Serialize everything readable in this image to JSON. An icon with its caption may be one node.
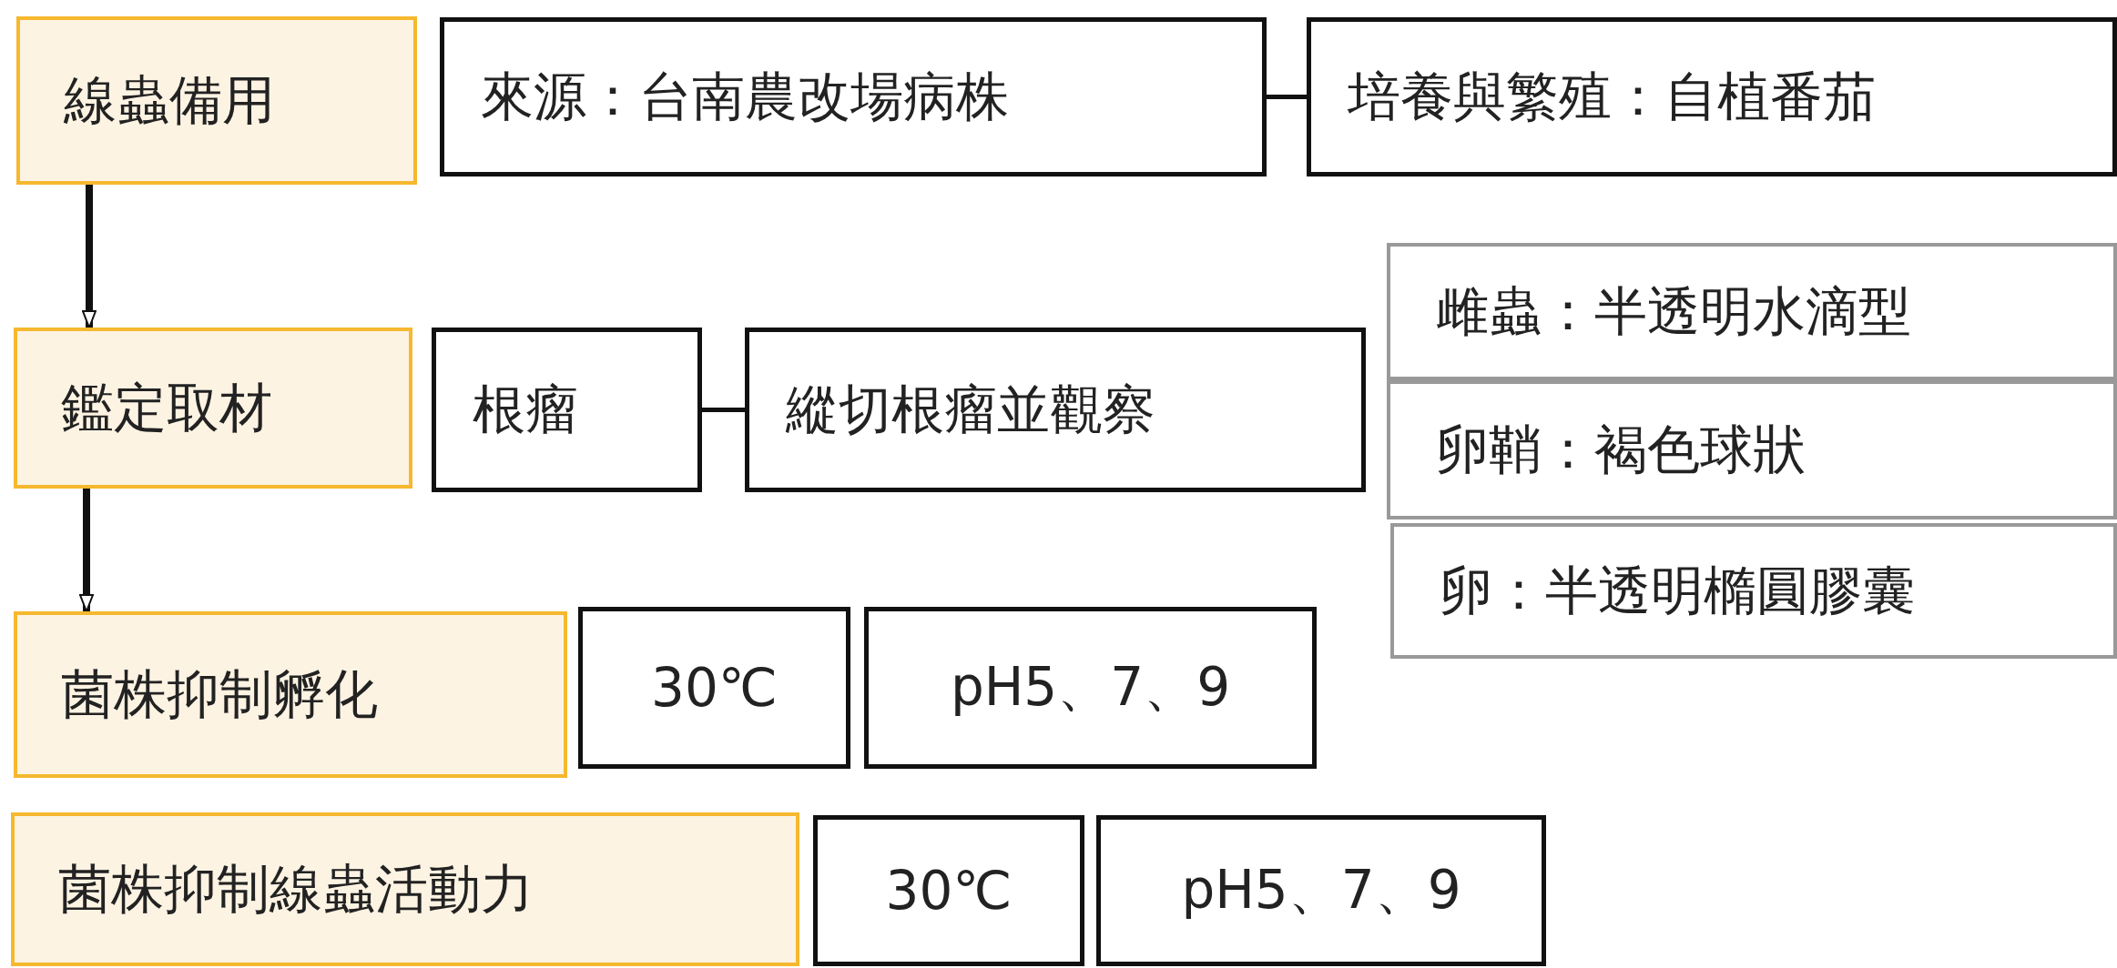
{
  "diagram": {
    "nodes": [
      {
        "text": [
          "線蟲備用"
        ]
      },
      {
        "text": [
          "來源：台南農改場病株"
        ]
      },
      {
        "text": [
          "培養與繁殖：自植番茄"
        ]
      },
      {
        "text": [
          "鑑定取材"
        ]
      },
      {
        "text": [
          "根瘤"
        ]
      },
      {
        "text": [
          "縱切根瘤並觀察"
        ]
      },
      {
        "text": [
          "雌蟲：半透明水滴型"
        ]
      },
      {
        "text": [
          "卵鞘：褐色球狀"
        ]
      },
      {
        "text": [
          "卵：半透明橢圓膠囊"
        ]
      },
      {
        "text": [
          "菌株抑制孵化"
        ]
      },
      {
        "text": [
          "30℃"
        ]
      },
      {
        "text": [
          "pH5、7、9"
        ]
      },
      {
        "text": [
          "菌株抑制線蟲活動力"
        ]
      },
      {
        "text": [
          "30℃"
        ]
      },
      {
        "text": [
          "pH5、7、9"
        ]
      }
    ],
    "edges": [
      {
        "from": 1,
        "to": 2,
        "arrow": "none"
      },
      {
        "from": 0,
        "to": 3,
        "arrow": "to"
      },
      {
        "from": 4,
        "to": 5,
        "arrow": "none"
      },
      {
        "from": 3,
        "to": 9,
        "arrow": "to"
      }
    ]
  }
}
